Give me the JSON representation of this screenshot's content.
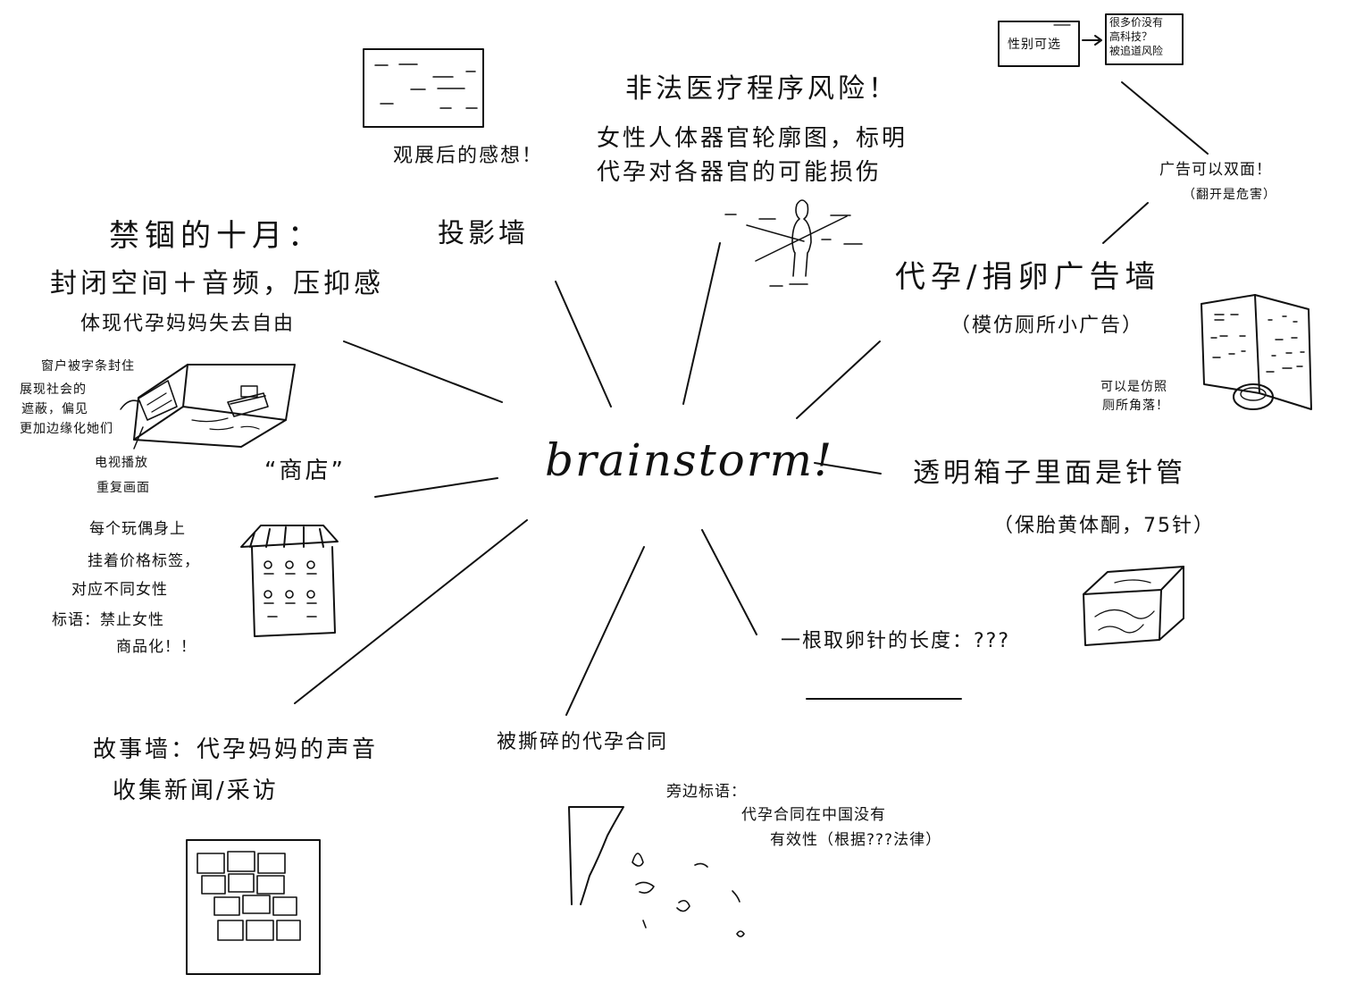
{
  "center": "brainstorm!",
  "projection": {
    "title": "投影墙",
    "note": "观展后的感想！"
  },
  "illegal": {
    "title": "非法医疗程序风险！",
    "line1": "女性人体器官轮廓图，标明",
    "line2": "代孕对各器官的可能损伤"
  },
  "ad_wall": {
    "title": "代孕/捐卵广告墙",
    "subtitle": "（模仿厕所小广告）",
    "double_sided_1": "广告可以双面！",
    "double_sided_2": "（翻开是危害）",
    "box_left": "性别可选",
    "box_right_1": "很多价没有",
    "box_right_2": "高科技？",
    "box_right_3": "被追道风险",
    "toilet_1": "可以是仿照",
    "toilet_2": "厕所角落！"
  },
  "confined": {
    "title": "禁锢的十月：",
    "line1": "封闭空间＋音频，压抑感",
    "line2": "体现代孕妈妈失去自由",
    "window_note": "窗户被字条封住",
    "social_1": "展现社会的",
    "social_2": "遮蔽，偏见",
    "social_3": "更加边缘化她们",
    "tv_1": "电视播放",
    "tv_2": "重复画面"
  },
  "box": {
    "title": "透明箱子里面是针管",
    "subtitle": "（保胎黄体酮，75针）"
  },
  "needle": {
    "title": "一根取卵针的长度：???"
  },
  "shop": {
    "title": "“商店”",
    "line1": "每个玩偶身上",
    "line2": "挂着价格标签，",
    "line3": "对应不同女性",
    "line4": "标语：禁止女性",
    "line5": "商品化！！"
  },
  "story": {
    "line1": "故事墙：代孕妈妈的声音",
    "line2": "收集新闻/采访"
  },
  "contract": {
    "title": "被撕碎的代孕合同",
    "slogan_label": "旁边标语：",
    "slogan_1": "代孕合同在中国没有",
    "slogan_2": "有效性（根据???法律）"
  }
}
